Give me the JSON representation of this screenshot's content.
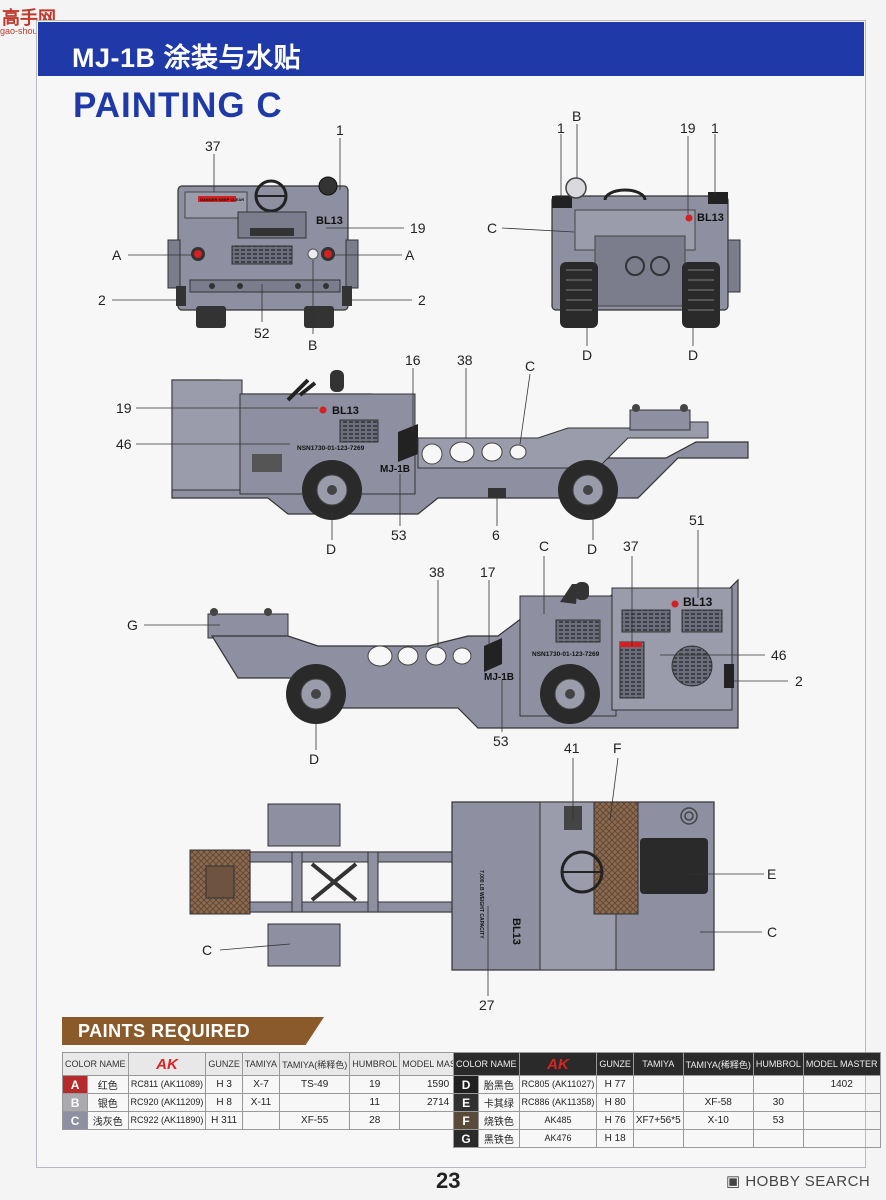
{
  "header": {
    "title": "MJ-1B 涂装与水贴",
    "corner_logo": "高手网",
    "corner_url": "gao-shou.com"
  },
  "scheme_title": "PAINTING  C",
  "decals": {
    "bl13": "BL13",
    "mj1b": "MJ-1B",
    "nsn": "NSN1730-01-123-7269",
    "warning": "DANGER KEEP CLEAR",
    "capacity": "7,000 LB WEIGHT CAPACITY"
  },
  "callouts": {
    "front": [
      "37",
      "1",
      "19",
      "A",
      "A",
      "2",
      "2",
      "52",
      "B"
    ],
    "rear": [
      "B",
      "1",
      "19",
      "1",
      "C",
      "D",
      "D"
    ],
    "left": [
      "16",
      "38",
      "C",
      "19",
      "46",
      "D",
      "53",
      "6",
      "D"
    ],
    "right": [
      "38",
      "C",
      "17",
      "37",
      "51",
      "G",
      "46",
      "2",
      "53",
      "D"
    ],
    "top": [
      "41",
      "F",
      "E",
      "C",
      "C",
      "27"
    ]
  },
  "paints": {
    "title": "PAINTS REQUIRED",
    "headers": [
      "COLOR NAME",
      "AK",
      "GUNZE",
      "TAMIYA",
      "TAMIYA(稀释色)",
      "HUMBROL",
      "MODEL MASTER"
    ],
    "left_rows": [
      {
        "letter": "A",
        "name": "红色",
        "ak": "RC811 (AK11089)",
        "gunze": "H 3",
        "tamiya": "X-7",
        "tamiya2": "TS-49",
        "humbrol": "19",
        "mm": "1590",
        "bg": "#b52a2a"
      },
      {
        "letter": "B",
        "name": "银色",
        "ak": "RC920 (AK11209)",
        "gunze": "H 8",
        "tamiya": "X-11",
        "tamiya2": "",
        "humbrol": "11",
        "mm": "2714",
        "bg": "#a9a9ae"
      },
      {
        "letter": "C",
        "name": "浅灰色",
        "ak": "RC922 (AK11890)",
        "gunze": "H 311",
        "tamiya": "",
        "tamiya2": "XF-55",
        "humbrol": "28",
        "mm": "",
        "bg": "#8e8fa0"
      }
    ],
    "right_rows": [
      {
        "letter": "D",
        "name": "胎黑色",
        "ak": "RC805 (AK11027)",
        "gunze": "H 77",
        "tamiya": "",
        "tamiya2": "",
        "humbrol": "",
        "mm": "1402",
        "bg": "#202020"
      },
      {
        "letter": "E",
        "name": "卡其绿",
        "ak": "RC886 (AK11358)",
        "gunze": "H 80",
        "tamiya": "",
        "tamiya2": "XF-58",
        "humbrol": "30",
        "mm": "",
        "bg": "#303030"
      },
      {
        "letter": "F",
        "name": "烧铁色",
        "ak": "AK485",
        "gunze": "H 76",
        "tamiya": "XF7+56*5",
        "tamiya2": "X-10",
        "humbrol": "53",
        "mm": "",
        "bg": "#5a4a3a"
      },
      {
        "letter": "G",
        "name": "黑铁色",
        "ak": "AK476",
        "gunze": "H 18",
        "tamiya": "",
        "tamiya2": "",
        "humbrol": "",
        "mm": "",
        "bg": "#2a2a2a"
      }
    ]
  },
  "footer": {
    "page_number": "23",
    "brand": "HOBBY SEARCH"
  },
  "colors": {
    "header_blue": "#1f3aa8",
    "vehicle_gray": "#8e8fa0",
    "dark_gray": "#5a5b66",
    "red": "#d42020",
    "banner_brown": "#8b5a2b"
  }
}
